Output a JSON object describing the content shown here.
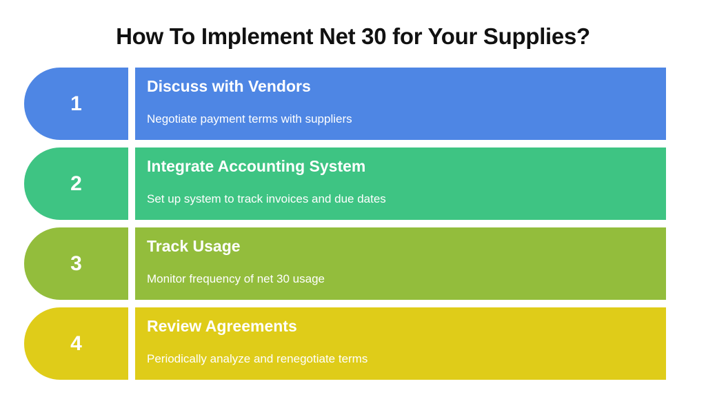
{
  "title": "How To Implement Net 30 for Your Supplies?",
  "steps": [
    {
      "number": "1",
      "heading": "Discuss with Vendors",
      "description": "Negotiate payment terms with suppliers",
      "color": "#4e86e4"
    },
    {
      "number": "2",
      "heading": "Integrate Accounting System",
      "description": "Set up system to track invoices and due dates",
      "color": "#3ec483"
    },
    {
      "number": "3",
      "heading": "Track Usage",
      "description": "Monitor frequency of net 30 usage",
      "color": "#93bd3c"
    },
    {
      "number": "4",
      "heading": "Review Agreements",
      "description": "Periodically analyze and renegotiate terms",
      "color": "#dfcc19"
    }
  ]
}
